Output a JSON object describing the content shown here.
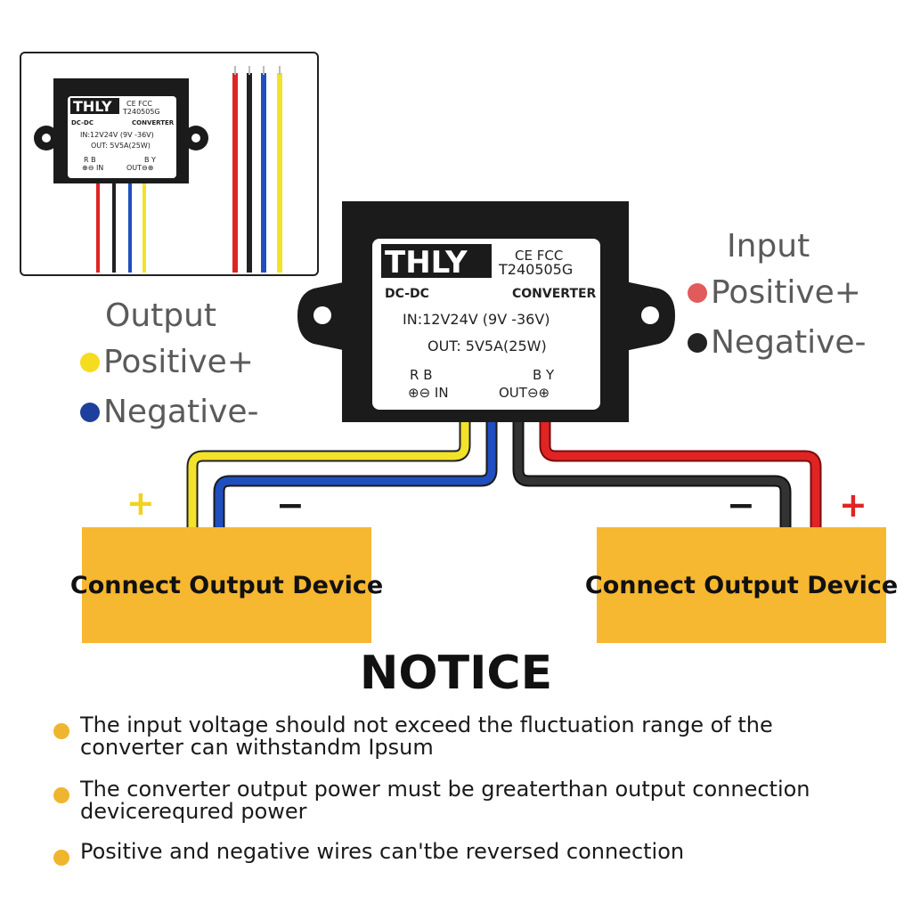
{
  "converter": {
    "brand": "THLY",
    "certs": "CE FCC",
    "model": "T240505G",
    "type_left": "DC-DC",
    "type_right": "CONVERTER",
    "input_spec": "IN:12V24V  (9V -36V)",
    "output_spec": "OUT: 5V5A(25W)",
    "in_wires": "R B",
    "in_terminals": "⊕⊖ IN",
    "out_wires": "B Y",
    "out_terminals": "OUT⊖⊕"
  },
  "thumbnail": {
    "input_spec": "IN:12V24V  (9V -36V)",
    "output_spec": "OUT: 5V5A(25W)"
  },
  "legend_output": {
    "title": "Output",
    "positive": "Positive+",
    "negative": "Negative-",
    "positive_color": "#f5dc1e",
    "negative_color": "#1f3f9c"
  },
  "legend_input": {
    "title": "Input",
    "positive": "Positive+",
    "negative": "Negative-",
    "positive_color": "#e15b5b",
    "negative_color": "#222222"
  },
  "terminals": {
    "left_plus": "+",
    "left_minus": "−",
    "right_minus": "−",
    "right_plus": "+"
  },
  "devices": {
    "left_label": "Connect Output Device",
    "right_label": "Connect Output Device"
  },
  "notice": {
    "title": "NOTICE",
    "items": [
      "The input voltage should not exceed the fluctuation range of the converter can withstandm Ipsum",
      "The converter output power must be greaterthan output connection devicerequred power",
      "Positive and negative wires can'tbe reversed connection"
    ]
  },
  "colors": {
    "wire_red": "#e02424",
    "wire_black": "#222222",
    "wire_blue": "#1f4fbf",
    "wire_yellow": "#f2e22a",
    "device_fill": "#f6b731",
    "notice_dot": "#f0b52e"
  }
}
